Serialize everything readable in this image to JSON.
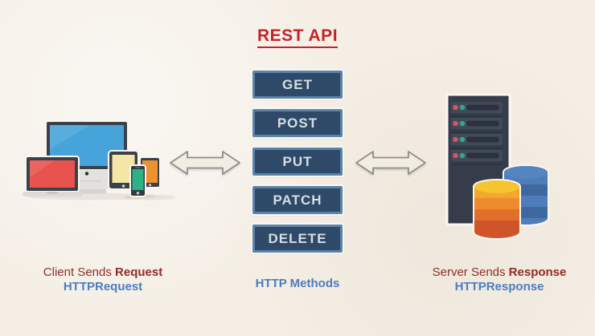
{
  "title": "REST API",
  "methods": {
    "items": [
      "GET",
      "POST",
      "PUT",
      "PATCH",
      "DELETE"
    ],
    "caption": "HTTP Methods"
  },
  "client": {
    "caption_prefix": "Client Sends ",
    "caption_bold": "Request",
    "subcaption": "HTTPRequest"
  },
  "server": {
    "caption_prefix": "Server Sends ",
    "caption_bold": "Response",
    "subcaption": "HTTPResponse"
  },
  "colors": {
    "background": "#f5efe6",
    "title_red": "#c3242a",
    "caption_maroon": "#8e2d26",
    "caption_blue": "#4b7dc2",
    "button_fill": "#2e4a68",
    "button_border": "#5c83a9",
    "button_text": "#d7dee4",
    "monitor_screen_blue": "#47a4da",
    "laptop_screen_red": "#e9534e",
    "tablet_screen_yellow": "#f4e6a4",
    "phone_screen_green": "#2cb286",
    "tablet_screen_orange": "#ee9133",
    "server_tower": "#353d4a",
    "led_red": "#dd5164",
    "led_teal": "#3aa38e",
    "db_blue_light": "#4e7db9",
    "db_blue_dark": "#3f689e",
    "db_orange_top": "#f6c42f",
    "db_orange_bottom": "#d0542a"
  }
}
